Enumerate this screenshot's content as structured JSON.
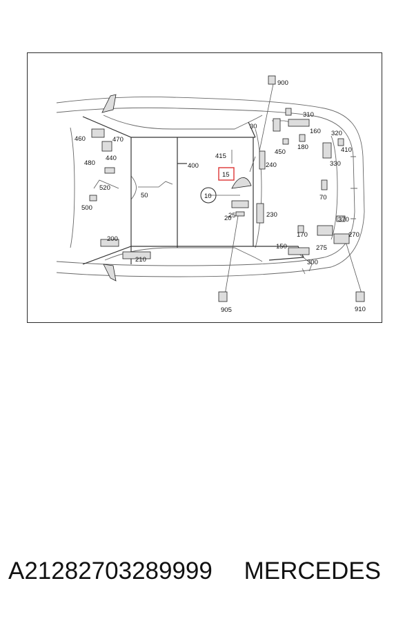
{
  "diagram": {
    "highlighted_label": "15",
    "circled_label": "10",
    "labels": [
      "900",
      "310",
      "160",
      "320",
      "410",
      "30",
      "450",
      "180",
      "330",
      "415",
      "240",
      "460",
      "470",
      "440",
      "480",
      "400",
      "520",
      "50",
      "500",
      "20",
      "25",
      "230",
      "70",
      "370",
      "170",
      "275",
      "270",
      "150",
      "200",
      "210",
      "300",
      "905",
      "910"
    ]
  },
  "footer": {
    "part_number": "A21282703289999",
    "brand": "MERCEDES"
  }
}
